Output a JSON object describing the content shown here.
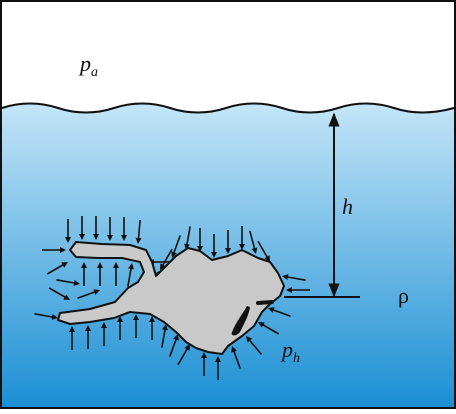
{
  "labels": {
    "air_pressure": {
      "base": "p",
      "sub": "a"
    },
    "depth": "h",
    "density": "ρ",
    "hydrostatic_pressure": {
      "base": "p",
      "sub": "h"
    }
  },
  "colors": {
    "water_top": "#c4e5f7",
    "water_bottom": "#1b8fd4",
    "air": "#ffffff",
    "diver": "#c9c9c9",
    "stroke": "#111111"
  }
}
